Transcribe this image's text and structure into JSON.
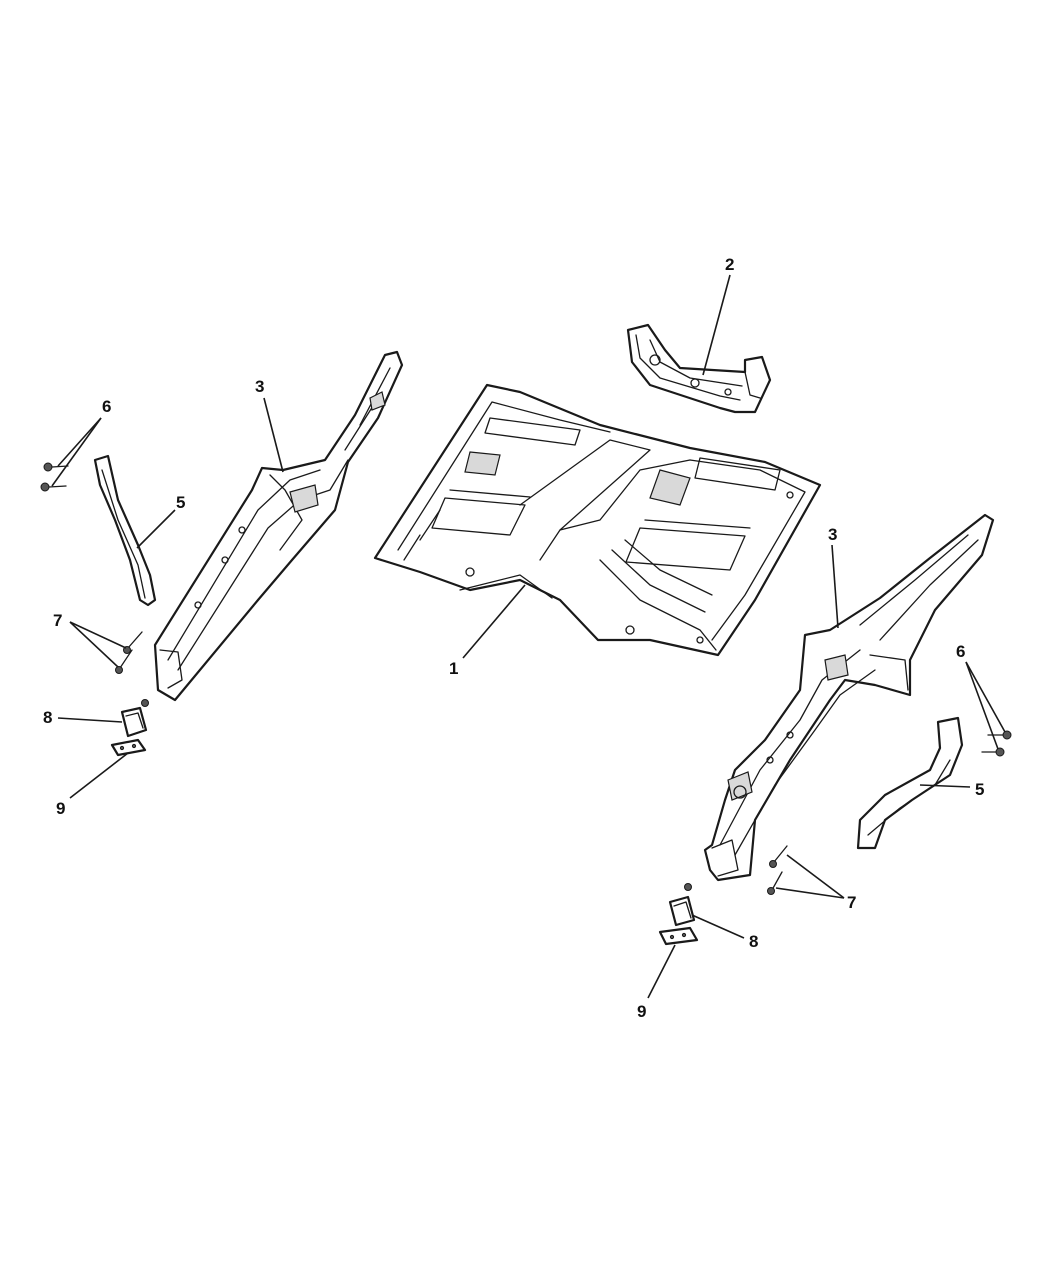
{
  "diagram": {
    "callouts": {
      "c1": "1",
      "c2": "2",
      "c3_left": "3",
      "c3_right": "3",
      "c5_left": "5",
      "c5_right": "5",
      "c6_left": "6",
      "c6_right": "6",
      "c7_left": "7",
      "c7_right": "7",
      "c8_left": "8",
      "c8_right": "8",
      "c9_left": "9",
      "c9_right": "9"
    }
  }
}
